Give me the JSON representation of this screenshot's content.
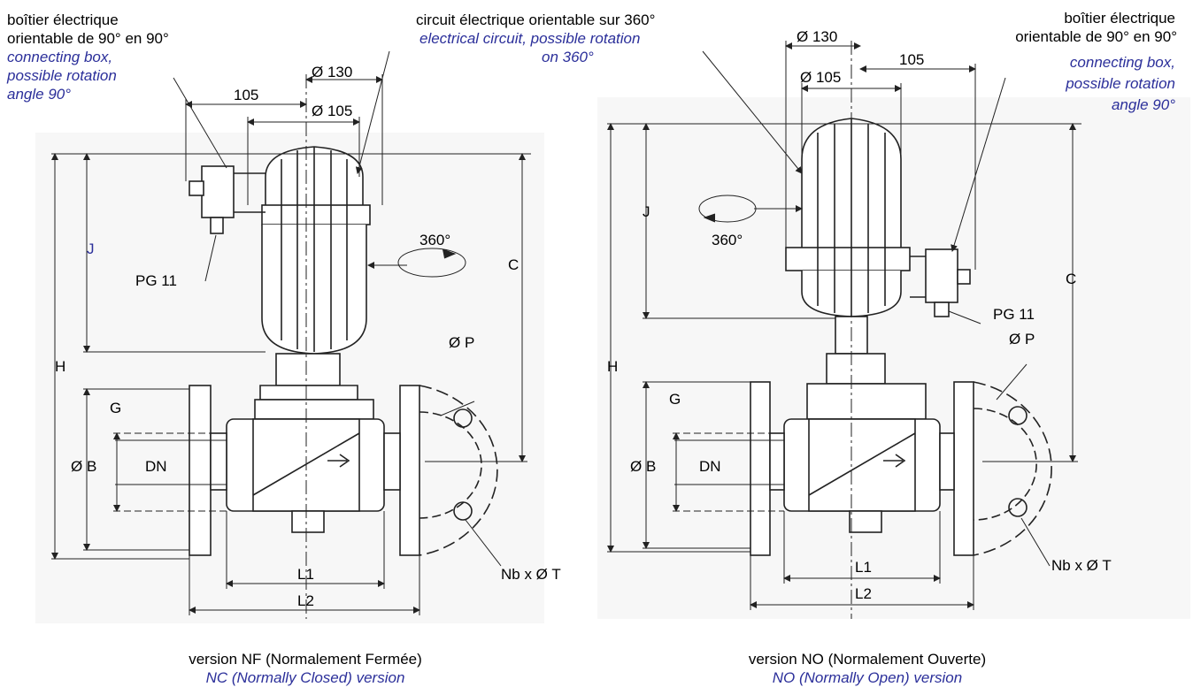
{
  "left": {
    "box_fr_1": "boîtier électrique",
    "box_fr_2": "orientable de 90° en 90°",
    "box_en_1": "connecting box,",
    "box_en_2": "possible rotation",
    "box_en_3": "angle 90°",
    "d130": "Ø 130",
    "d105": "Ø 105",
    "w105": "105",
    "J": "J",
    "H": "H",
    "C": "C",
    "G": "G",
    "B": "Ø B",
    "DN": "DN",
    "P": "Ø P",
    "PG": "PG 11",
    "rot": "360°",
    "L1": "L1",
    "L2": "L2",
    "T": "Nb x Ø T",
    "caption_fr": "version NF (Normalement Fermée)",
    "caption_en": "NC (Normally Closed) version"
  },
  "center": {
    "circ_fr": "circuit électrique orientable sur 360°",
    "circ_en_1": "electrical  circuit,  possible  rotation",
    "circ_en_2": "on 360°"
  },
  "right": {
    "box_fr_1": "boîtier électrique",
    "box_fr_2": "orientable de 90° en 90°",
    "box_en_1": "connecting box,",
    "box_en_2": "possible rotation",
    "box_en_3": "angle 90°",
    "d130": "Ø 130",
    "d105": "Ø 105",
    "w105": "105",
    "J": "J",
    "H": "H",
    "C": "C",
    "G": "G",
    "B": "Ø B",
    "DN": "DN",
    "P": "Ø P",
    "PG": "PG 11",
    "rot": "360°",
    "L1": "L1",
    "L2": "L2",
    "T": "Nb x Ø T",
    "caption_fr": "version NO (Normalement Ouverte)",
    "caption_en": "NO (Normally Open) version"
  },
  "colors": {
    "english_text": "#2b2f9a",
    "line": "#222222",
    "drawing_bg": "#f7f7f7"
  }
}
